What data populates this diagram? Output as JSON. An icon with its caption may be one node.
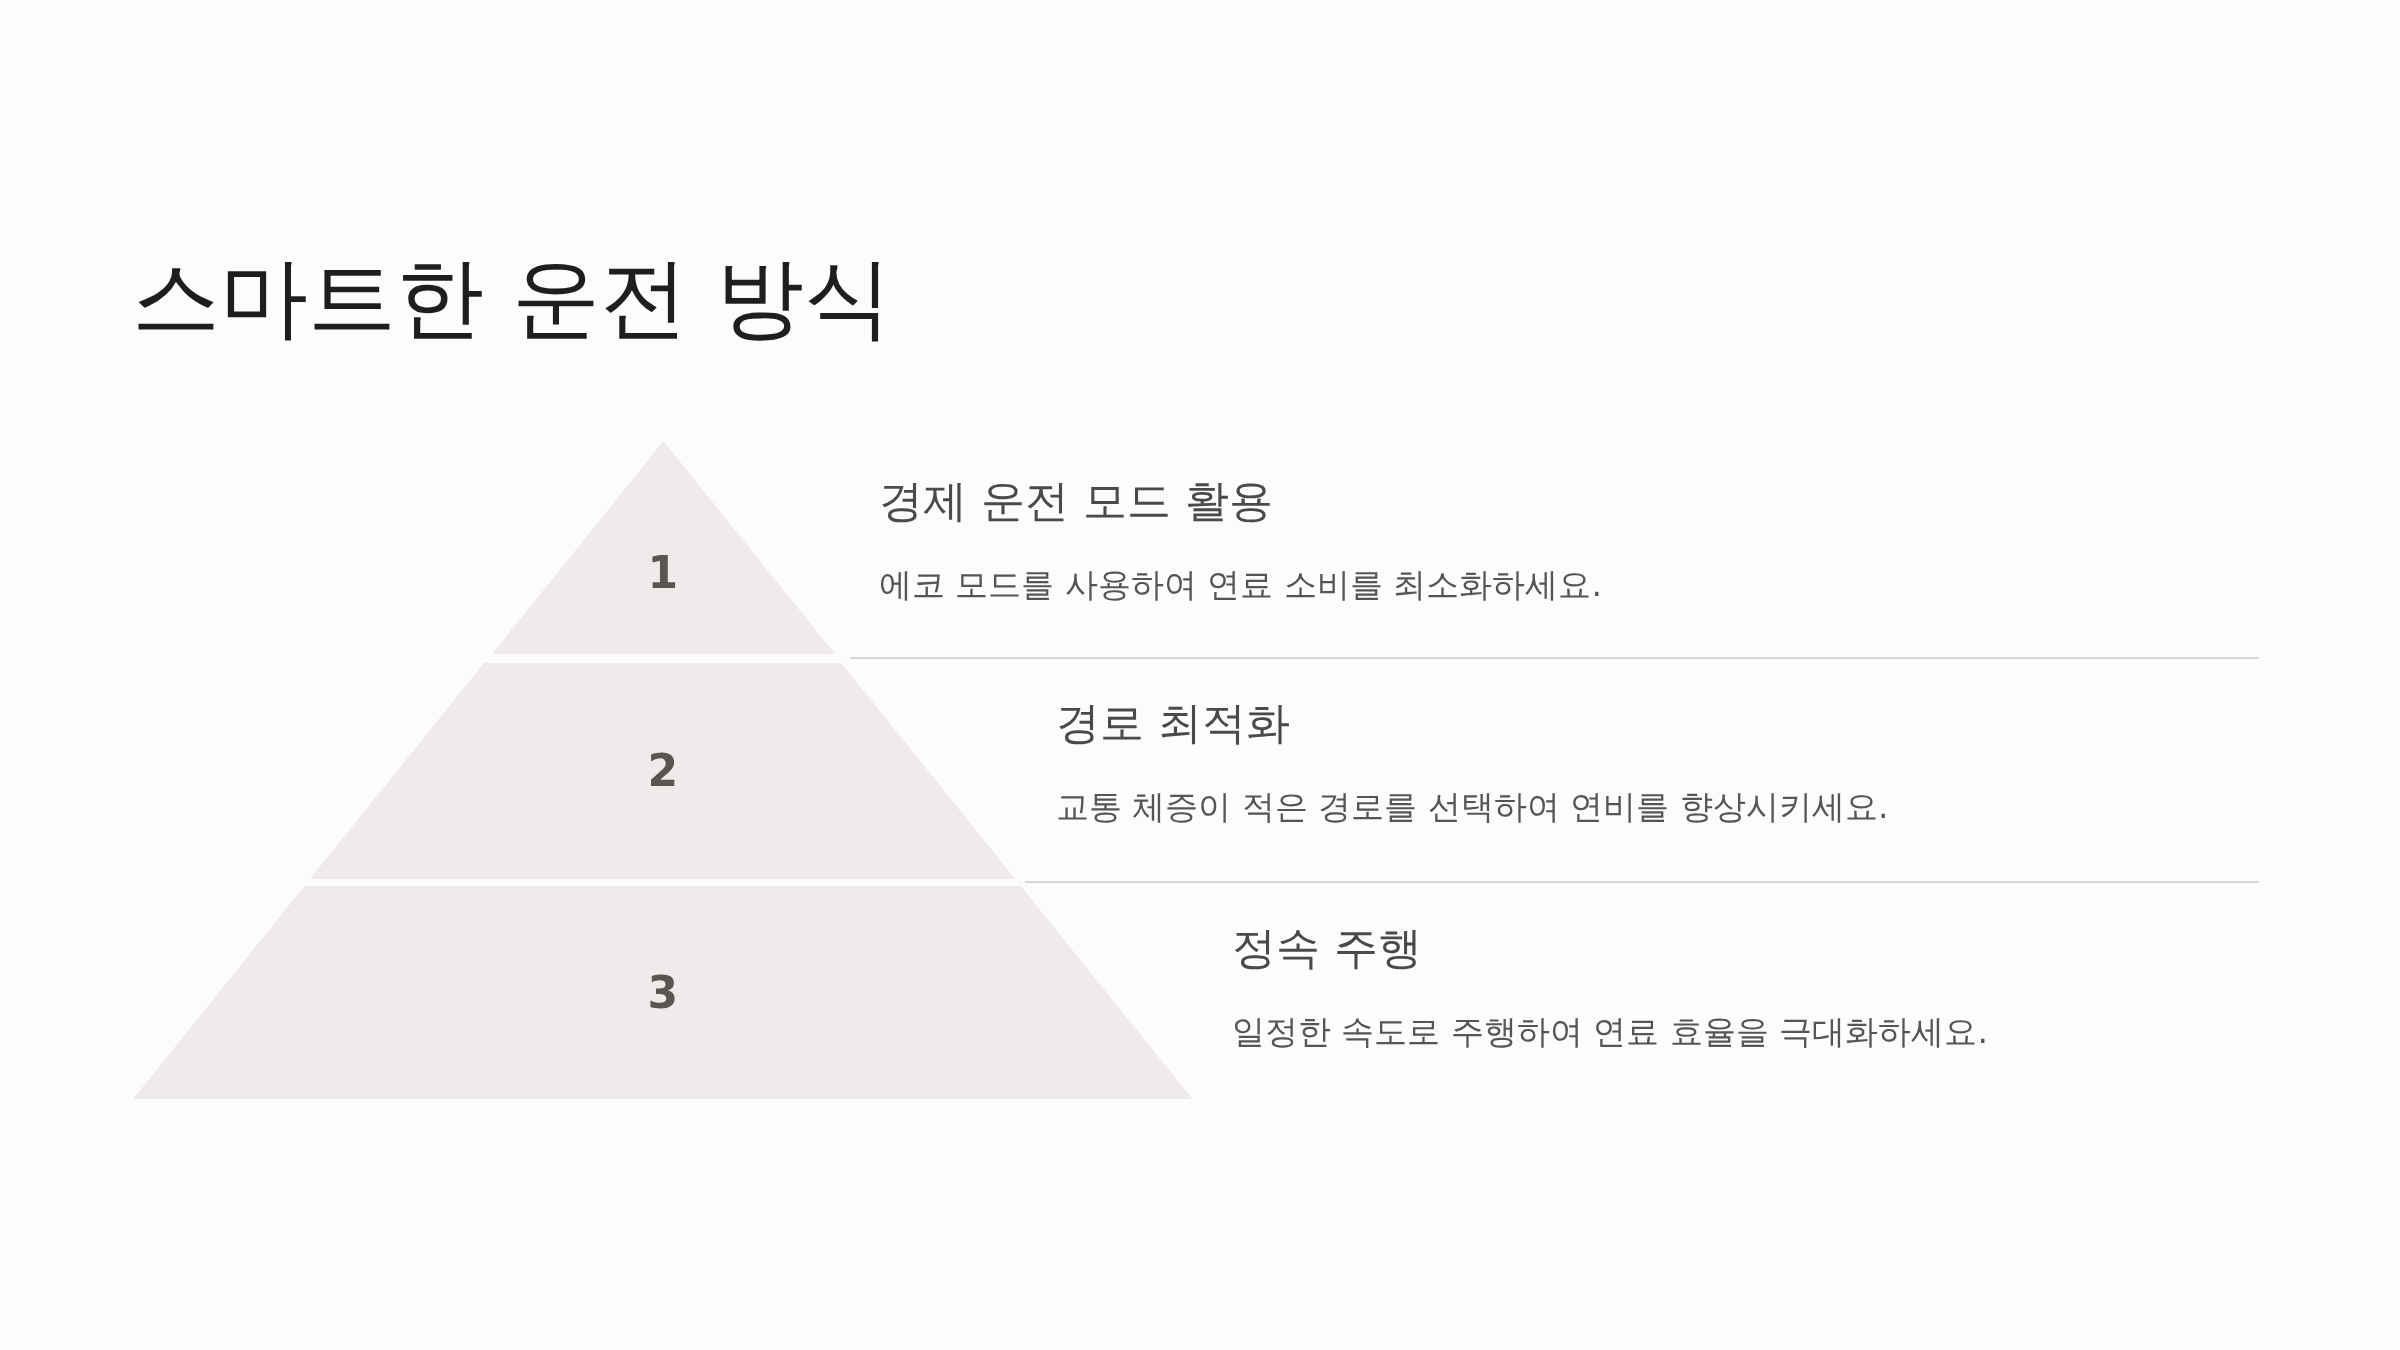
{
  "diagram": {
    "title": "스마트한 운전 방식",
    "nodes": [
      {
        "text": [
          "1"
        ],
        "beside": [
          "경제 운전 모드 활용",
          "에코 모드를 사용하여 연료 소비를 최소화하세요."
        ]
      },
      {
        "text": [
          "2"
        ],
        "beside": [
          "경로 최적화",
          "교통 체증이 적은 경로를 선택하여 연비를 향상시키세요."
        ]
      },
      {
        "text": [
          "3"
        ],
        "beside": [
          "정속 주행",
          "일정한 속도로 주행하여 연료 효율을 극대화하세요."
        ]
      }
    ]
  }
}
